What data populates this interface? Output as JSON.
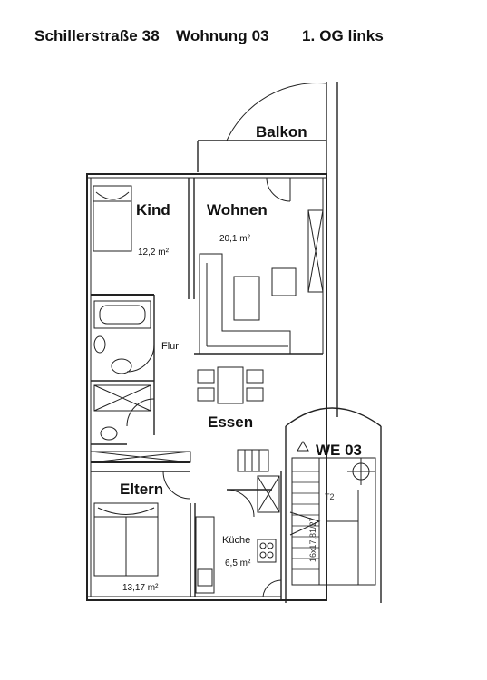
{
  "header": {
    "address": "Schillerstraße 38",
    "unit": "Wohnung 03",
    "floor": "1. OG links"
  },
  "rooms": {
    "balkon": "Balkon",
    "kind": "Kind",
    "kind_area": "12,2 m²",
    "wohnen": "Wohnen",
    "wohnen_area": "20,1 m²",
    "flur": "Flur",
    "essen": "Essen",
    "eltern": "Eltern",
    "eltern_area": "13,17 m²",
    "kueche": "Küche",
    "kueche_area": "6,5 m²"
  },
  "stair": {
    "unit_label": "WE 03",
    "landing_label": "T2",
    "steps_label": "16x17,81/27"
  }
}
